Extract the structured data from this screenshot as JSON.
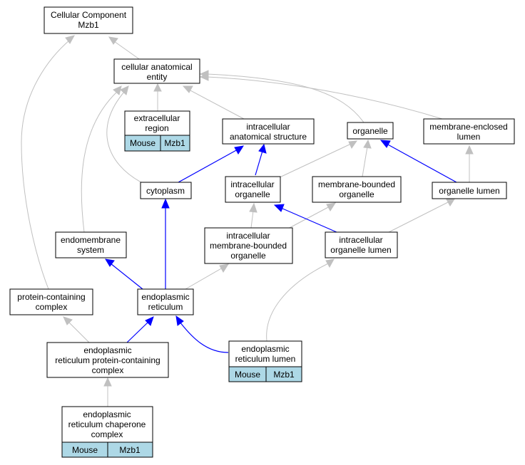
{
  "colors": {
    "is_a": "#c0c0c0",
    "part_of": "#0000ff",
    "annotation": "#add8e6"
  },
  "nodes": {
    "root": [
      "Cellular Component",
      "Mzb1"
    ],
    "cae": [
      "cellular anatomical",
      "entity"
    ],
    "extracellular_region": [
      "extracellular",
      "region"
    ],
    "intracellular_anatomical_structure": [
      "intracellular",
      "anatomical structure"
    ],
    "organelle": [
      "organelle"
    ],
    "membrane_enclosed_lumen": [
      "membrane-enclosed",
      "lumen"
    ],
    "cytoplasm": [
      "cytoplasm"
    ],
    "intracellular_organelle": [
      "intracellular",
      "organelle"
    ],
    "membrane_bounded_organelle": [
      "membrane-bounded",
      "organelle"
    ],
    "organelle_lumen": [
      "organelle lumen"
    ],
    "endomembrane_system": [
      "endomembrane",
      "system"
    ],
    "intracellular_membrane_bounded_organelle": [
      "intracellular",
      "membrane-bounded",
      "organelle"
    ],
    "intracellular_organelle_lumen": [
      "intracellular",
      "organelle lumen"
    ],
    "protein_containing_complex": [
      "protein-containing",
      "complex"
    ],
    "endoplasmic_reticulum": [
      "endoplasmic",
      "reticulum"
    ],
    "er_protein_containing_complex": [
      "endoplasmic",
      "reticulum protein-containing",
      "complex"
    ],
    "er_lumen": [
      "endoplasmic",
      "reticulum lumen"
    ],
    "er_chaperone_complex": [
      "endoplasmic",
      "reticulum chaperone",
      "complex"
    ]
  },
  "tags": {
    "extracellular_region": [
      "Mouse",
      "Mzb1"
    ],
    "er_lumen": [
      "Mouse",
      "Mzb1"
    ],
    "er_chaperone_complex": [
      "Mouse",
      "Mzb1"
    ]
  }
}
